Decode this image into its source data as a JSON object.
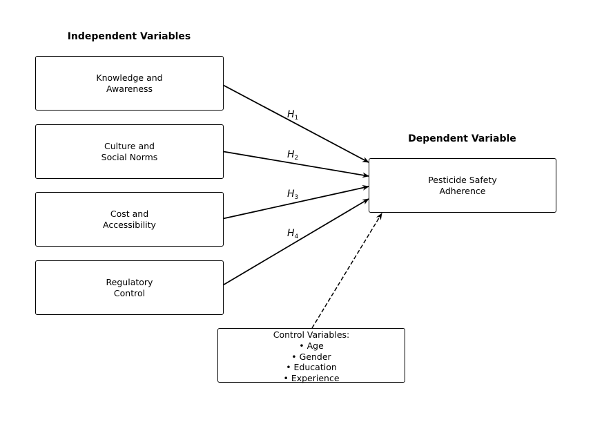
{
  "headings": {
    "independent": "Independent Variables",
    "dependent": "Dependent Variable"
  },
  "independent_variables": [
    {
      "lines": [
        "Knowledge and",
        "Awareness"
      ],
      "hypothesis": "H",
      "hypothesis_index": "1"
    },
    {
      "lines": [
        "Culture and",
        "Social Norms"
      ],
      "hypothesis": "H",
      "hypothesis_index": "2"
    },
    {
      "lines": [
        "Cost and",
        "Accessibility"
      ],
      "hypothesis": "H",
      "hypothesis_index": "3"
    },
    {
      "lines": [
        "Regulatory",
        "Control"
      ],
      "hypothesis": "H",
      "hypothesis_index": "4"
    }
  ],
  "dependent_variable": {
    "lines": [
      "Pesticide Safety",
      "Adherence"
    ]
  },
  "control_variables": {
    "title": "Control Variables:",
    "items": [
      "• Age",
      "• Gender",
      "• Education",
      "• Experience"
    ]
  },
  "edges": [
    {
      "from": "Knowledge and Awareness",
      "to": "Pesticide Safety Adherence",
      "label": "H1",
      "style": "solid"
    },
    {
      "from": "Culture and Social Norms",
      "to": "Pesticide Safety Adherence",
      "label": "H2",
      "style": "solid"
    },
    {
      "from": "Cost and Accessibility",
      "to": "Pesticide Safety Adherence",
      "label": "H3",
      "style": "solid"
    },
    {
      "from": "Regulatory Control",
      "to": "Pesticide Safety Adherence",
      "label": "H4",
      "style": "solid"
    },
    {
      "from": "Control Variables",
      "to": "Pesticide Safety Adherence",
      "label": "",
      "style": "dashed"
    }
  ]
}
